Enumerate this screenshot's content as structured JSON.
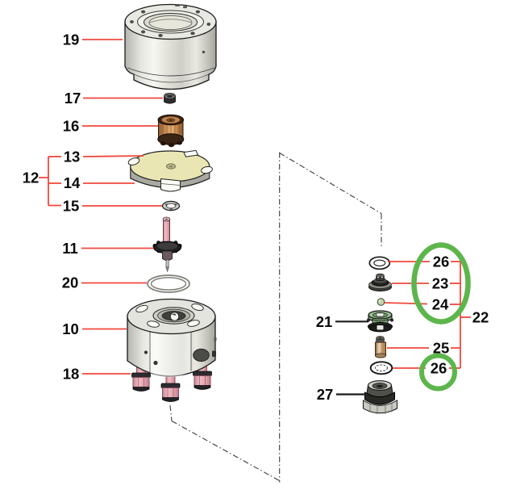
{
  "diagram": {
    "kind": "exploded-parts-diagram",
    "background": "#ffffff",
    "palette": {
      "leader_line_red": "#f0483c",
      "leader_line_black": "#1a1a1a",
      "highlight_green": "#5cb64c",
      "label_color": "#0a0a0a",
      "metal_grey": "#d9d9d3",
      "copper": "#c08550",
      "disc_cream": "#e9e6b4",
      "pink": "#e8aab4",
      "valve_green": "#86ab7e",
      "sleeve_tan": "#c79d6e"
    },
    "labels": {
      "p19": "19",
      "p17": "17",
      "p16": "16",
      "p13": "13",
      "p12": "12",
      "p14": "14",
      "p15": "15",
      "p11": "11",
      "p20": "20",
      "p10": "10",
      "p18": "18",
      "p21": "21",
      "p27": "27",
      "p26_top": "26",
      "p23": "23",
      "p24": "24",
      "p22": "22",
      "p25": "25",
      "p26_bottom": "26"
    },
    "groups": {
      "bracket_12_members": [
        "13",
        "14",
        "15"
      ],
      "bracket_22_members": [
        "26",
        "23",
        "24",
        "25",
        "26"
      ]
    },
    "highlights": {
      "color": "#5cb64c",
      "large_ellipse_around": [
        "26",
        "23",
        "24"
      ],
      "small_circle_around": [
        "26"
      ]
    },
    "parts": {
      "19": "top-cap-ring",
      "17": "lock-nut",
      "16": "copper-filter-cartridge",
      "13": "cream-cam-disc",
      "14": "grey-cam-disc",
      "15": "lock-washer",
      "11": "valve-stem",
      "20": "large-o-ring",
      "10": "pump-body",
      "18": "mounting-bolts",
      "26": "o-ring",
      "23": "poppet",
      "24": "check-ball",
      "21": "green-valve-spool",
      "25": "sleeve-insert",
      "27": "valve-seat-assembly",
      "12": "disc-stack-group",
      "22": "valve-kit-group"
    }
  }
}
